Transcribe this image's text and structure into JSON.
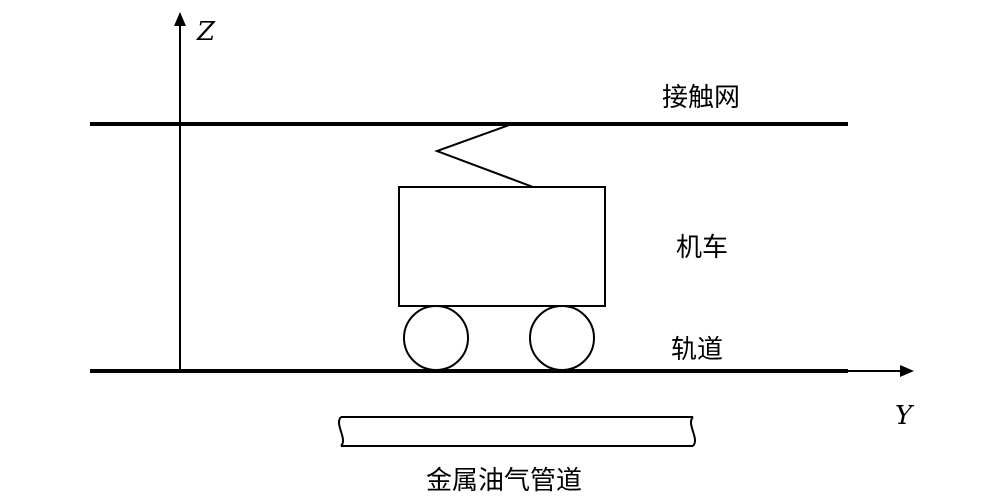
{
  "labels": {
    "z_axis": "Z",
    "y_axis": "Y",
    "catenary": "接触网",
    "locomotive": "机车",
    "track": "轨道",
    "pipeline": "金属油气管道"
  },
  "colors": {
    "stroke": "#000000",
    "background": "#ffffff"
  }
}
